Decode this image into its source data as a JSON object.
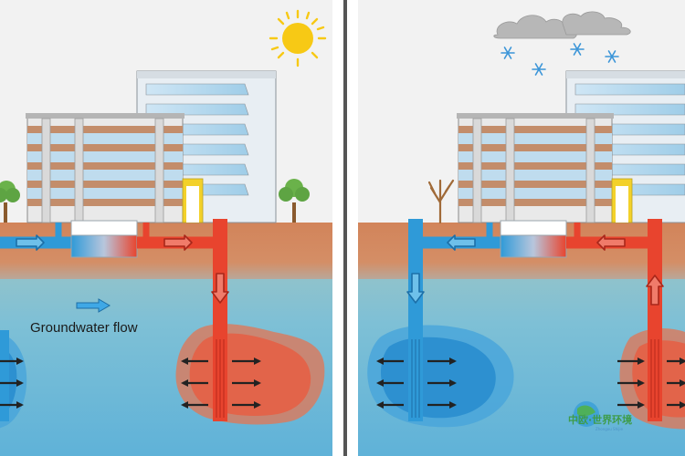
{
  "diagram": {
    "label_groundwater_flow": "Groundwater flow",
    "panels": [
      {
        "season": "summer",
        "sky_icon": "sun-icon",
        "tree_state": "leafy"
      },
      {
        "season": "winter",
        "sky_icon": "snow-cloud-icon",
        "tree_state": "bare"
      }
    ]
  },
  "watermark": {
    "text": "中欧·世界环境",
    "subtext": "Zhongou Shijie"
  },
  "colors": {
    "sky": "#f2f2f2",
    "soil": "#d4865c",
    "groundwater": "#64b4d8",
    "warm_pipe": "#e8442e",
    "cold_pipe": "#2f9ad8",
    "warm_plume": "#e06a48",
    "cold_plume": "#3f9fdc",
    "sun": "#f7c915",
    "divider": "#555555"
  }
}
